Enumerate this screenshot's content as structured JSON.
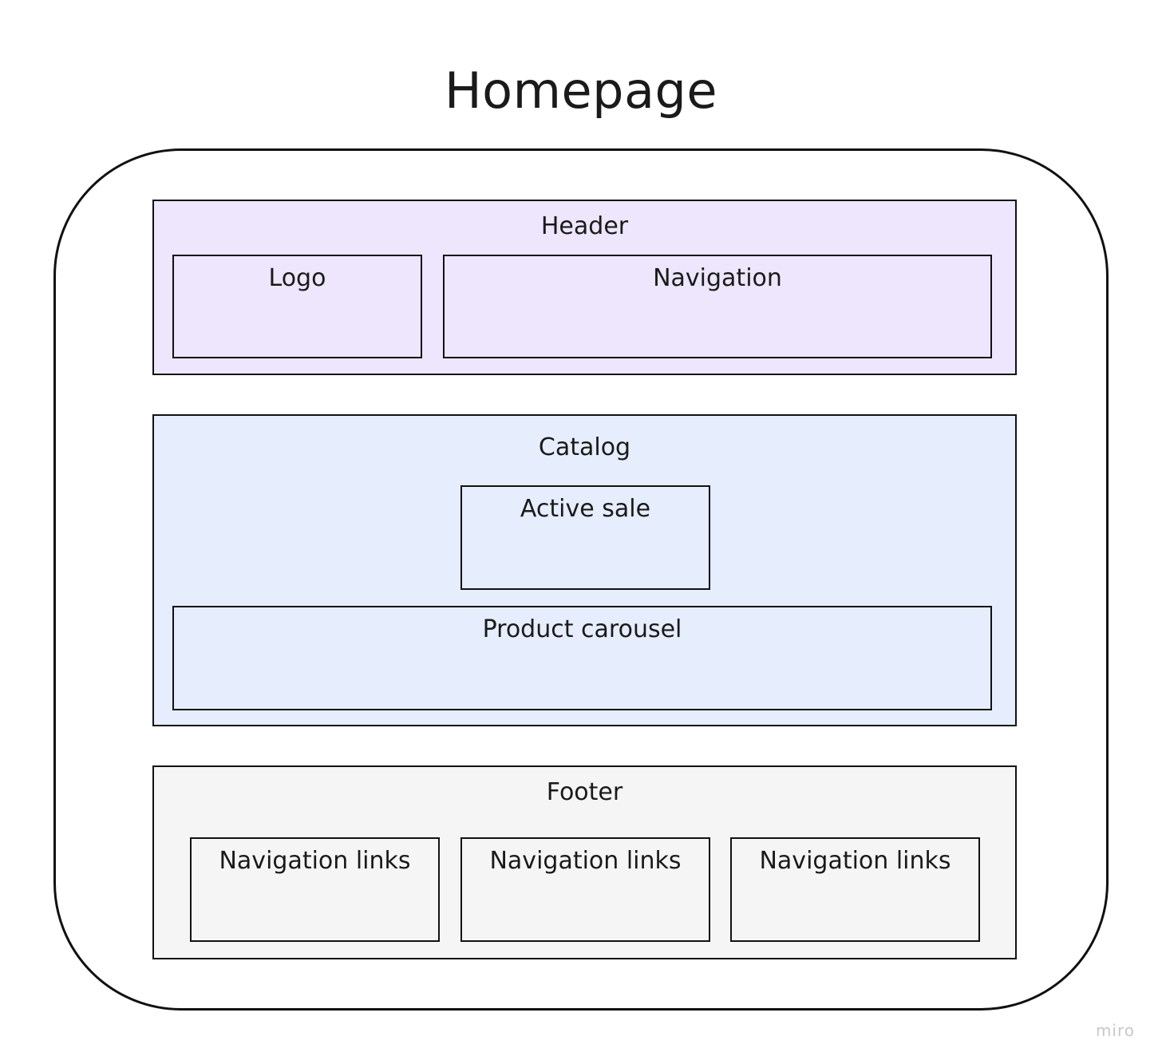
{
  "diagram": {
    "title": "Homepage",
    "sections": {
      "header": {
        "label": "Header",
        "fill": "#ede6fc",
        "boxes": [
          "Logo",
          "Navigation"
        ]
      },
      "catalog": {
        "label": "Catalog",
        "fill": "#e6edfd",
        "boxes": [
          "Active sale",
          "Product carousel"
        ]
      },
      "footer": {
        "label": "Footer",
        "fill": "#f5f5f5",
        "boxes": [
          "Navigation links",
          "Navigation links",
          "Navigation links"
        ]
      }
    }
  },
  "watermark": "miro"
}
